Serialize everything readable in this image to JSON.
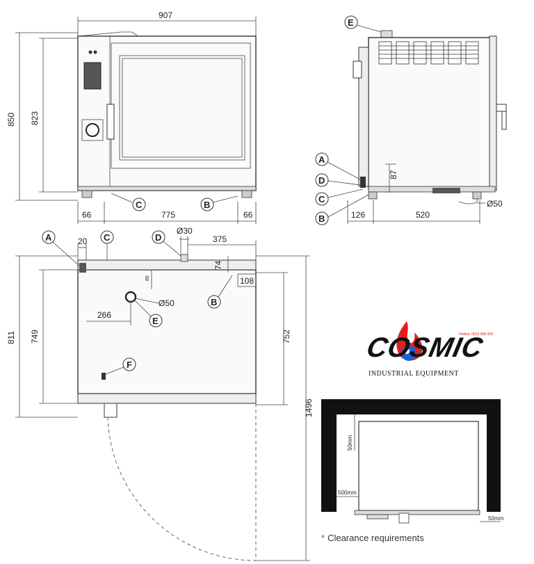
{
  "front_view": {
    "overall_width": "907",
    "overall_height": "850",
    "body_height": "823",
    "leg_offset_left": "66",
    "leg_span": "775",
    "leg_offset_right": "66",
    "callouts": [
      "C",
      "B"
    ]
  },
  "side_view": {
    "callouts": [
      "E",
      "A",
      "D",
      "C",
      "B"
    ],
    "height_87": "87",
    "offset_126": "126",
    "depth_520": "520",
    "diameter_50": "Ø50"
  },
  "top_view": {
    "callouts": [
      "A",
      "C",
      "D",
      "B",
      "E",
      "F"
    ],
    "dim_20": "20",
    "dim_30": "Ø30",
    "dim_375": "375",
    "dim_74": "74",
    "dim_108": "108",
    "dim_85": "85",
    "dim_266": "266",
    "dim_50": "Ø50",
    "depth_811": "811",
    "depth_749": "749",
    "depth_752": "752",
    "door_swing_1496": "1496"
  },
  "clearance": {
    "top": "50mm",
    "left": "500mm",
    "right": "50mm",
    "note_mark": "*",
    "note": "Clearance requirements"
  },
  "logo": {
    "word": "COSMIC",
    "tagline": "INDUSTRIAL EQUIPMENT",
    "hotline": "Hotline: 0913 868 999"
  },
  "colors": {
    "line": "#333333",
    "wall": "#111111",
    "flame_red": "#e02020",
    "flame_blue": "#1e5fd8",
    "note_asterisk": "#dd3333"
  }
}
